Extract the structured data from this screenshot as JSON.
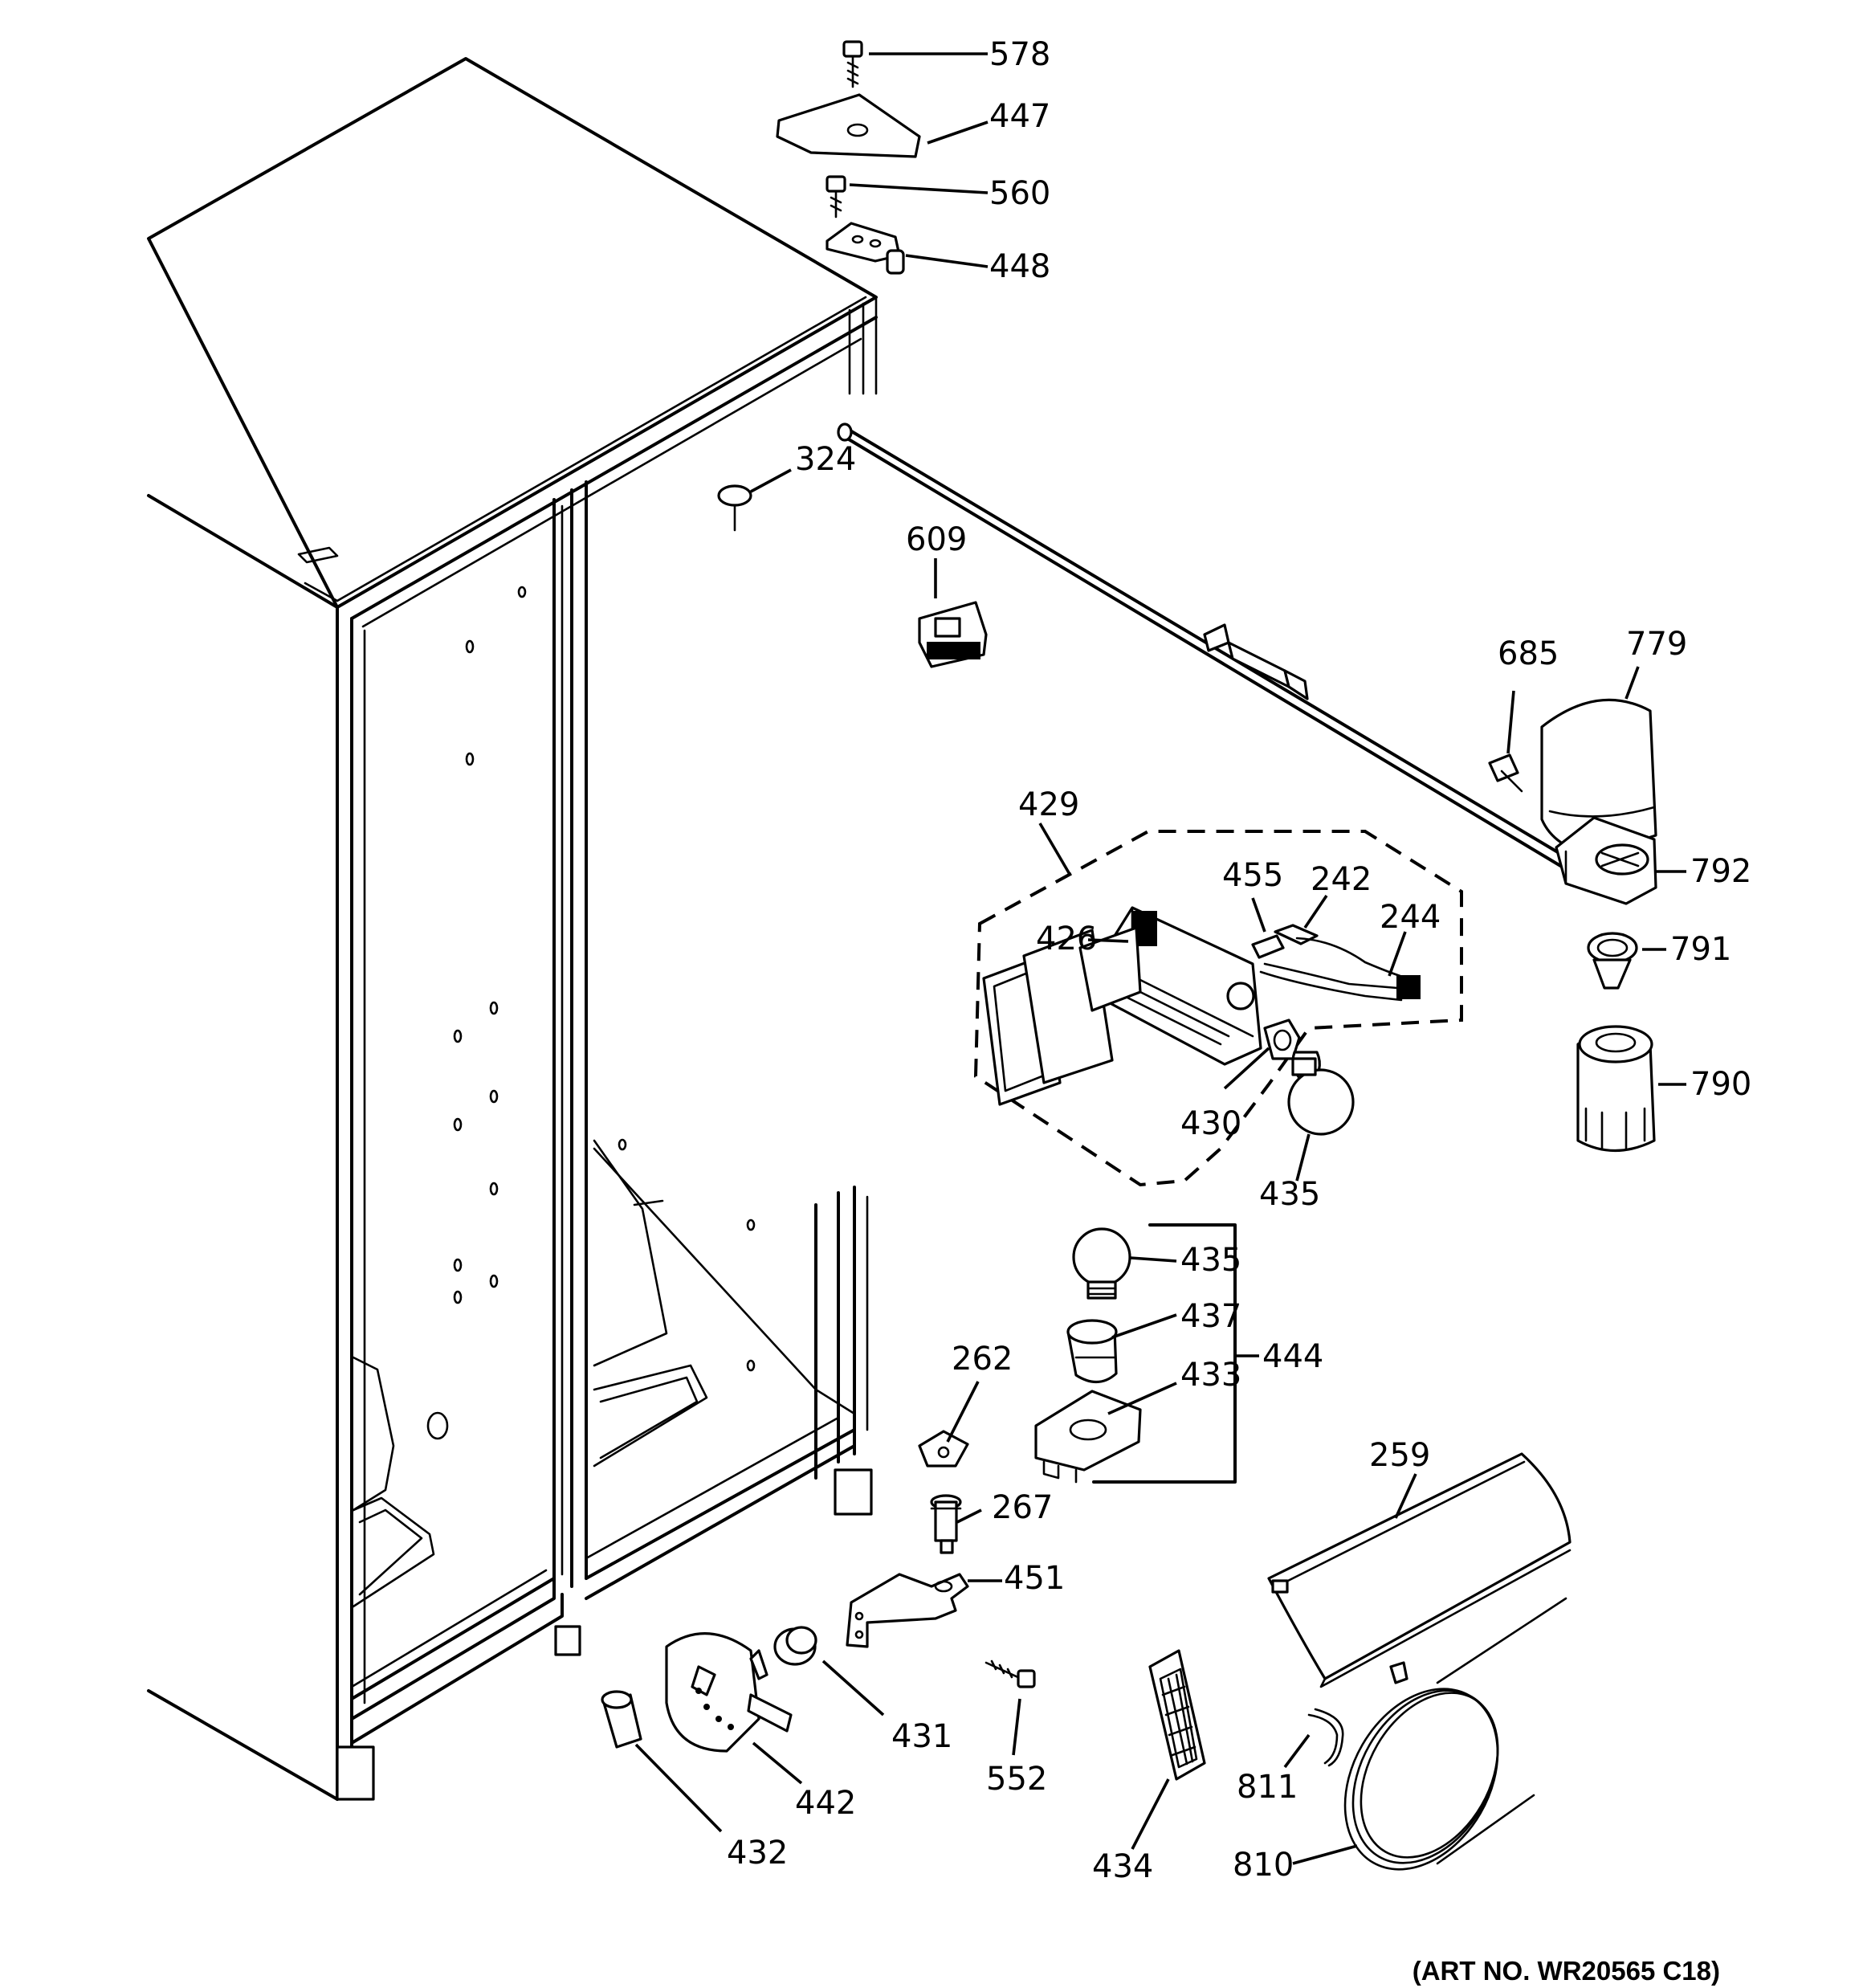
{
  "diagram": {
    "callouts": [
      "578",
      "447",
      "560",
      "448",
      "324",
      "609",
      "685",
      "779",
      "429",
      "455",
      "242",
      "244",
      "426",
      "792",
      "791",
      "790",
      "430",
      "435",
      "435",
      "437",
      "444",
      "433",
      "262",
      "267",
      "451",
      "259",
      "431",
      "552",
      "811",
      "442",
      "432",
      "434",
      "810"
    ],
    "art_number": "(ART NO. WR20565 C18)"
  }
}
